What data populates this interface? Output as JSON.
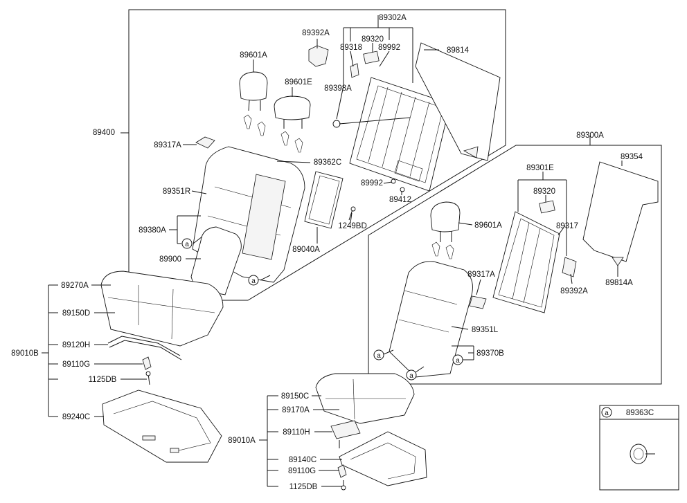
{
  "ref_mark": "a",
  "labels": {
    "p89302A": "89302A",
    "p89392A_top": "89392A",
    "p89320_top": "89320",
    "p89318": "89318",
    "p89992_top": "89992",
    "p89814": "89814",
    "p89601A_left": "89601A",
    "p89398A": "89398A",
    "p89601E": "89601E",
    "p89400": "89400",
    "p89317A_left": "89317A",
    "p89362C": "89362C",
    "p89992_mid": "89992",
    "p89412": "89412",
    "p89351R": "89351R",
    "p1249BD": "1249BD",
    "p89380A": "89380A",
    "p89040A": "89040A",
    "p89900": "89900",
    "p89300A": "89300A",
    "p89354": "89354",
    "p89301E": "89301E",
    "p89320_right": "89320",
    "p89601A_right": "89601A",
    "p89317": "89317",
    "p89317A_right": "89317A",
    "p89814A": "89814A",
    "p89392A_right": "89392A",
    "p89351L": "89351L",
    "p89370B": "89370B",
    "p89270A": "89270A",
    "p89150D": "89150D",
    "p89120H": "89120H",
    "p89010B": "89010B",
    "p89110G_left": "89110G",
    "p1125DB_left": "1125DB",
    "p89240C": "89240C",
    "p89150C": "89150C",
    "p89170A": "89170A",
    "p89110H": "89110H",
    "p89010A": "89010A",
    "p89140C": "89140C",
    "p89110G_right": "89110G",
    "p1125DB_right": "1125DB",
    "p89363C": "89363C"
  }
}
